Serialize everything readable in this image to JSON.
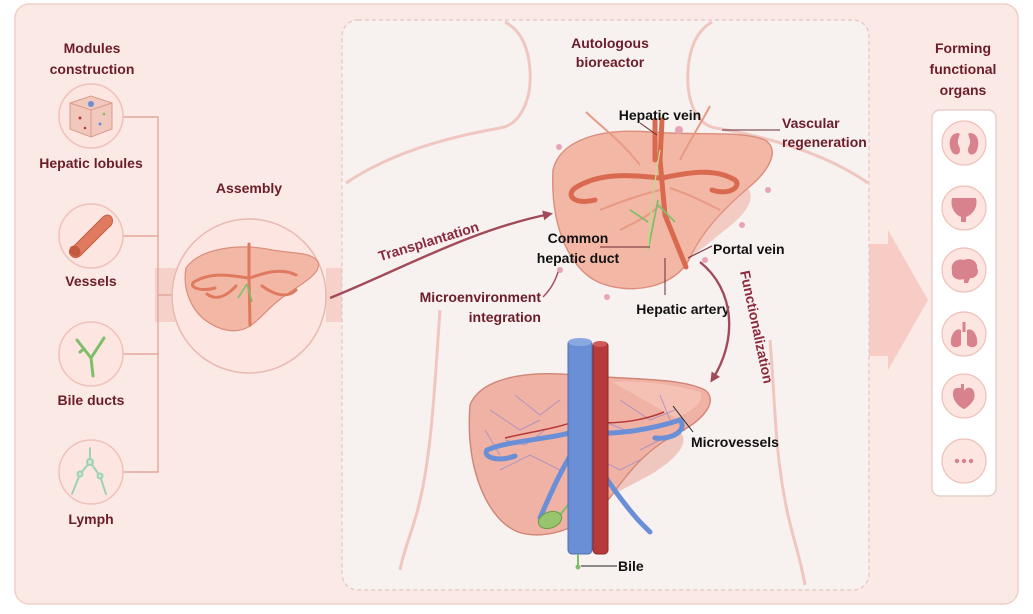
{
  "modules": {
    "title_line1": "Modules",
    "title_line2": "construction",
    "items": [
      {
        "label": "Hepatic lobules",
        "icon": "hepatic-lobule-icon"
      },
      {
        "label": "Vessels",
        "icon": "vessel-icon"
      },
      {
        "label": "Bile ducts",
        "icon": "bile-duct-icon"
      },
      {
        "label": "Lymph",
        "icon": "lymph-icon"
      }
    ]
  },
  "assembly": {
    "label": "Assembly"
  },
  "bioreactor": {
    "line1": "Autologous",
    "line2": "bioreactor"
  },
  "arrows": {
    "transplantation": "Transplantation",
    "functionalization": "Functionalization"
  },
  "annotations": {
    "hepatic_vein": "Hepatic vein",
    "vascular_line1": "Vascular",
    "vascular_line2": "regeneration",
    "common_line1": "Common",
    "common_line2": "hepatic duct",
    "portal_vein": "Portal vein",
    "micro_line1": "Microenvironment",
    "micro_line2": "integration",
    "hepatic_artery": "Hepatic artery",
    "microvessels": "Microvessels",
    "bile": "Bile"
  },
  "organs": {
    "title_line1": "Forming",
    "title_line2": "functional",
    "title_line3": "organs",
    "items": [
      "kidney-icon",
      "stomach-icon",
      "brain-icon",
      "lungs-icon",
      "heart-icon",
      "more-icon"
    ]
  },
  "colors": {
    "panel_bg": "#fbe9e6",
    "label_dark": "#6b1d2a",
    "arrow": "#a24a5a",
    "liver_fill": "#f3b7a6",
    "vessel": "#e07a5f",
    "portal_blue": "#6b8fd6",
    "artery_red": "#b73a3a",
    "bile_green": "#7fbf6b"
  }
}
